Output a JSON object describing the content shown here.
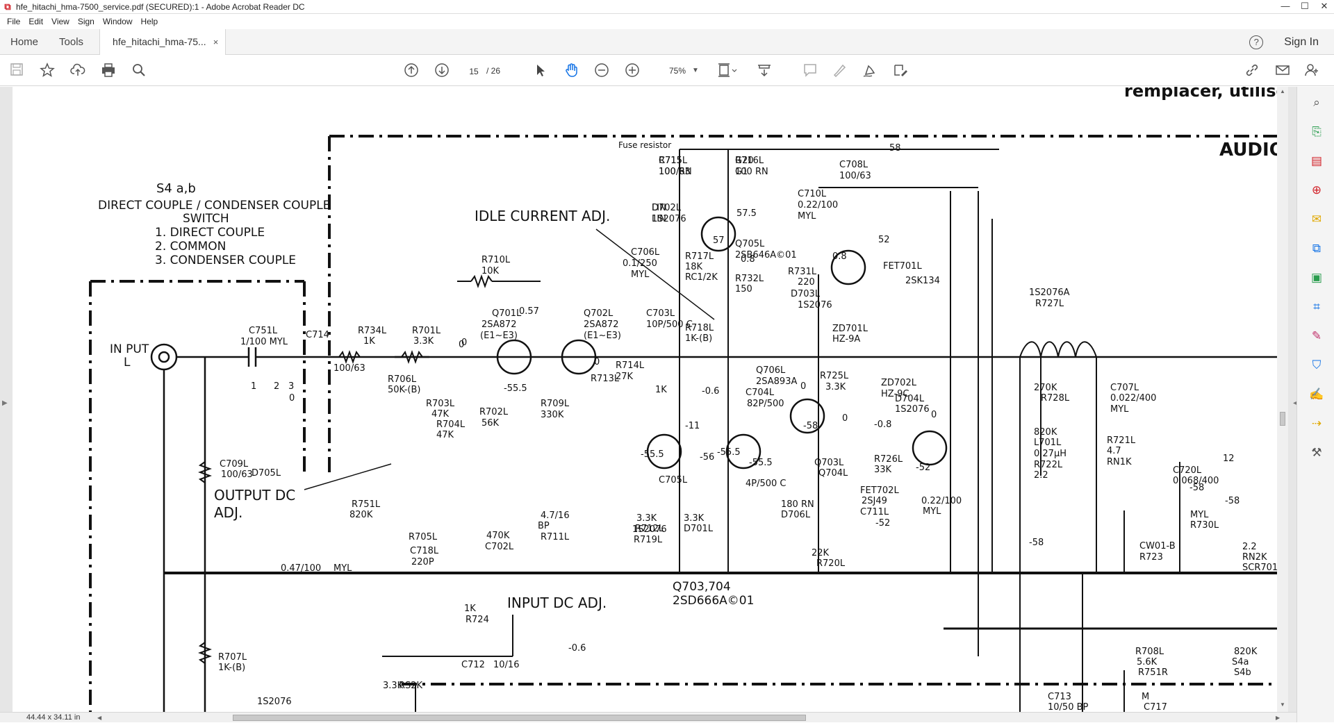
{
  "window": {
    "title": "hfe_hitachi_hma-7500_service.pdf (SECURED):1 - Adobe Acrobat Reader DC",
    "controls": {
      "minimize": "—",
      "maximize": "☐",
      "close": "✕"
    }
  },
  "menu": [
    "File",
    "Edit",
    "View",
    "Sign",
    "Window",
    "Help"
  ],
  "tabs": {
    "home": "Home",
    "tools": "Tools",
    "document": "hfe_hitachi_hma-75...",
    "close": "×",
    "help": "?",
    "signin": "Sign In"
  },
  "toolbar": {
    "page_current": "15",
    "page_total": "/ 26",
    "zoom": "75%"
  },
  "status": {
    "page_size": "44.44 x 34.11 in"
  },
  "schematic": {
    "header_text": "remplacer, utilise",
    "audio": "AUDIO",
    "switch": {
      "title": "S4  a,b",
      "line1": "DIRECT COUPLE / CONDENSER COUPLE",
      "line2": "SWITCH",
      "item1": "1.  DIRECT COUPLE",
      "item2": "2.  COMMON",
      "item3": "3.  CONDENSER COUPLE"
    },
    "idle": "IDLE CURRENT ADJ.",
    "output_dc_1": "OUTPUT DC",
    "output_dc_2": "ADJ.",
    "input_dc": "INPUT DC ADJ.",
    "input_1": "IN PUT",
    "input_2": "L",
    "fuse": "Fuse resistor",
    "q703_704": "Q703,704",
    "q703_704_type": "2SD666A©01",
    "labels": [
      "R715L",
      "100 RN",
      "R716L",
      "100 RN",
      "D702L",
      "1S2076",
      "Q705L",
      "2SB646A©01",
      "C708L",
      "100/63",
      "C710L",
      "0.22/100",
      "MYL",
      "C706L",
      "0.1/250",
      "MYL",
      "R717L",
      "18K",
      "RC1/2K",
      "R732L",
      "150",
      "R731L",
      "220",
      "D703L",
      "1S2076",
      "ZD701L",
      "HZ-9A",
      "FET701L",
      "2SK134",
      "R710L",
      "10K",
      "Q701L",
      "2SA872",
      "(E1~E3)",
      "Q702L",
      "2SA872",
      "(E1~E3)",
      "C703L",
      "10P/500 C",
      "R714L",
      "27K",
      "R718L",
      "1K-(B)",
      "Q706L",
      "2SA893A",
      "R725L",
      "3.3K",
      "ZD702L",
      "HZ-9C",
      "D704L",
      "1S2076",
      "C751L",
      "1/100 MYL",
      "R734L",
      "1K",
      "R701L",
      "3.3K",
      "R706L",
      "50K-(B)",
      "R703L",
      "47K",
      "R704L",
      "47K",
      "R702L",
      "56K",
      "R709L",
      "330K",
      "R713L",
      "1K",
      "C704L",
      "82P/500",
      "C705L",
      "4P/500 C",
      "Q703L",
      "Q704L",
      "R726L",
      "33K",
      "FET702L",
      "2SJ49",
      "C711L",
      "0.22/100",
      "MYL",
      "C709L",
      "100/63",
      "R751L",
      "820K",
      "C718L",
      "220P",
      "R705L",
      "470K",
      "C702L",
      "4.7/16",
      "BP",
      "R711L",
      "3.3K",
      "R712L",
      "3.3K",
      "D701L",
      "1S2076",
      "R719L",
      "22K",
      "R720L",
      "180 RN",
      "D706L",
      "1S2076A",
      "R727L",
      "270K",
      "R728L",
      "820K",
      "L701L",
      "0.27µH",
      "R722L",
      "2.2",
      "C707L",
      "0.022/400",
      "MYL",
      "R721L",
      "4.7",
      "RN1K",
      "C720L",
      "0.068/400",
      "MYL",
      "R730L",
      "2.2",
      "RN2K",
      "SCR701",
      "CW01-B",
      "R723",
      "1K",
      "R724",
      "3.3K",
      "RS2K",
      "C712",
      "10/16",
      "R707L",
      "1K-(B)",
      "D705L",
      "1S2076",
      "R708L",
      "5.6K",
      "R751R",
      "820K",
      "S4a",
      "S4b",
      "C713",
      "10/50 BP",
      "M",
      "C717",
      "0.47/100",
      "MYL",
      "C714",
      "100/63",
      "C715",
      "100/63",
      "G20",
      "G1",
      "LIN",
      "LIN"
    ],
    "voltages": [
      "58",
      "57.5",
      "57",
      "0.8",
      "0.8",
      "52",
      "0.57",
      "0",
      "-55.5",
      "-55.5",
      "0",
      "-0.6",
      "-11",
      "-56",
      "-55.5",
      "-55.5",
      "0",
      "-58",
      "0",
      "-0.8",
      "0",
      "-52",
      "-52",
      "12",
      "-58",
      "-58",
      "-58",
      "-0.6",
      "1",
      "2",
      "3",
      "0",
      "0"
    ]
  }
}
